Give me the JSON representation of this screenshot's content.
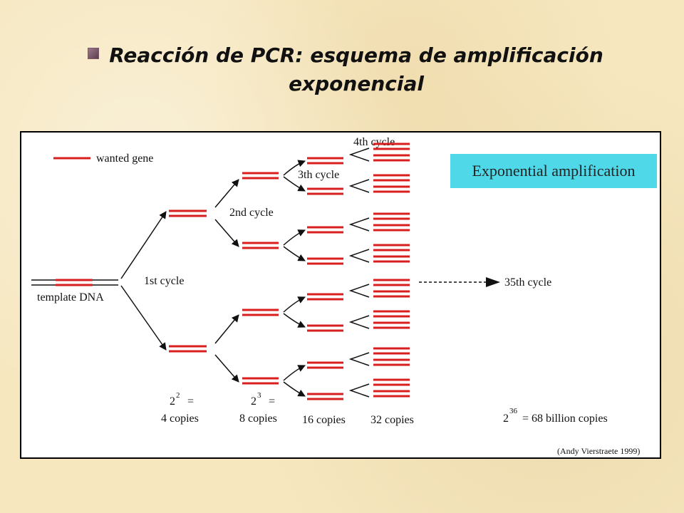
{
  "title": "Reacción de PCR: esquema de amplificación exponencial",
  "legend_label": "wanted gene",
  "template_label": "template DNA",
  "cycle_labels": {
    "first": "1st cycle",
    "second": "2nd cycle",
    "third": "3th cycle",
    "fourth": "4th cycle",
    "final": "35th cycle"
  },
  "exponential_label": "Exponential amplification",
  "copies": {
    "c4_base": "2",
    "c4_exp": "2",
    "c4_eq": "=",
    "c4_text": "4 copies",
    "c8_base": "2",
    "c8_exp": "3",
    "c8_eq": "=",
    "c8_text": "8 copies",
    "c16_text": "16 copies",
    "c32_text": "32 copies",
    "final_base": "2",
    "final_exp": "36",
    "final_text": "= 68 billion copies"
  },
  "credit": "(Andy Vierstraete 1999)",
  "colors": {
    "gene": "#d81e1e",
    "box": "#4ed8e8",
    "background": "#f6e7bf"
  }
}
